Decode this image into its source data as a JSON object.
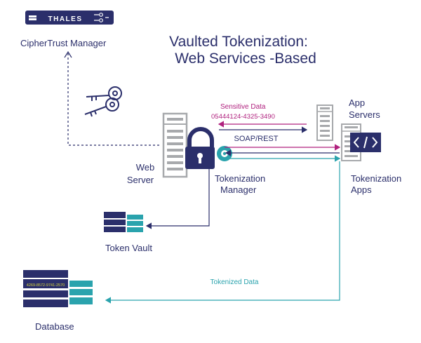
{
  "brand": {
    "logo_text": "THALES"
  },
  "title": {
    "line1": "Vaulted Tokenization:",
    "line2": "Web Services -Based"
  },
  "nodes": {
    "ciphertrust_manager": "CipherTrust Manager",
    "web_server_line1": "Web",
    "web_server_line2": "Server",
    "tokenization_manager_line1": "Tokenization",
    "tokenization_manager_line2": "Manager",
    "app_servers_line1": "App",
    "app_servers_line2": "Servers",
    "tokenization_apps_line1": "Tokenization",
    "tokenization_apps_line2": "Apps",
    "token_vault": "Token Vault",
    "database": "Database",
    "database_record": "4269-8572-9741-2570"
  },
  "flows": {
    "sensitive_data_label": "Sensitive Data",
    "sensitive_data_value": "05444124-4325-3490",
    "soap_rest_label": "SOAP/REST",
    "tokenized_data_label": "Tokenized Data"
  },
  "colors": {
    "navy": "#2b2f6b",
    "magenta": "#b0217e",
    "teal": "#2aa3ad",
    "gray": "#a7a9ac",
    "dark_gray": "#6d6e71"
  }
}
